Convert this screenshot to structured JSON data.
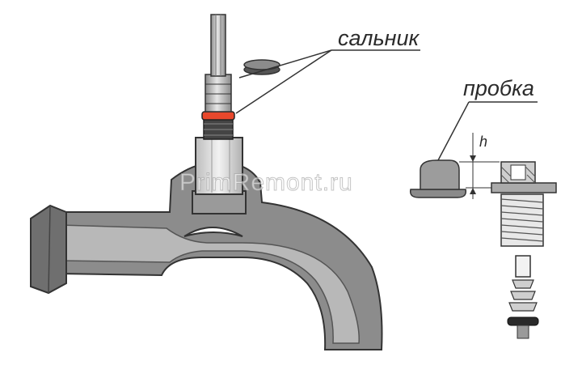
{
  "labels": {
    "gland": "сальник",
    "plug": "пробка",
    "height": "h"
  },
  "watermark": "PrimRemont.ru",
  "colors": {
    "body_fill": "#a8a8a8",
    "body_dark": "#6f6f6f",
    "outline": "#333333",
    "seal_ring": "#e8482c",
    "background": "#ffffff"
  }
}
